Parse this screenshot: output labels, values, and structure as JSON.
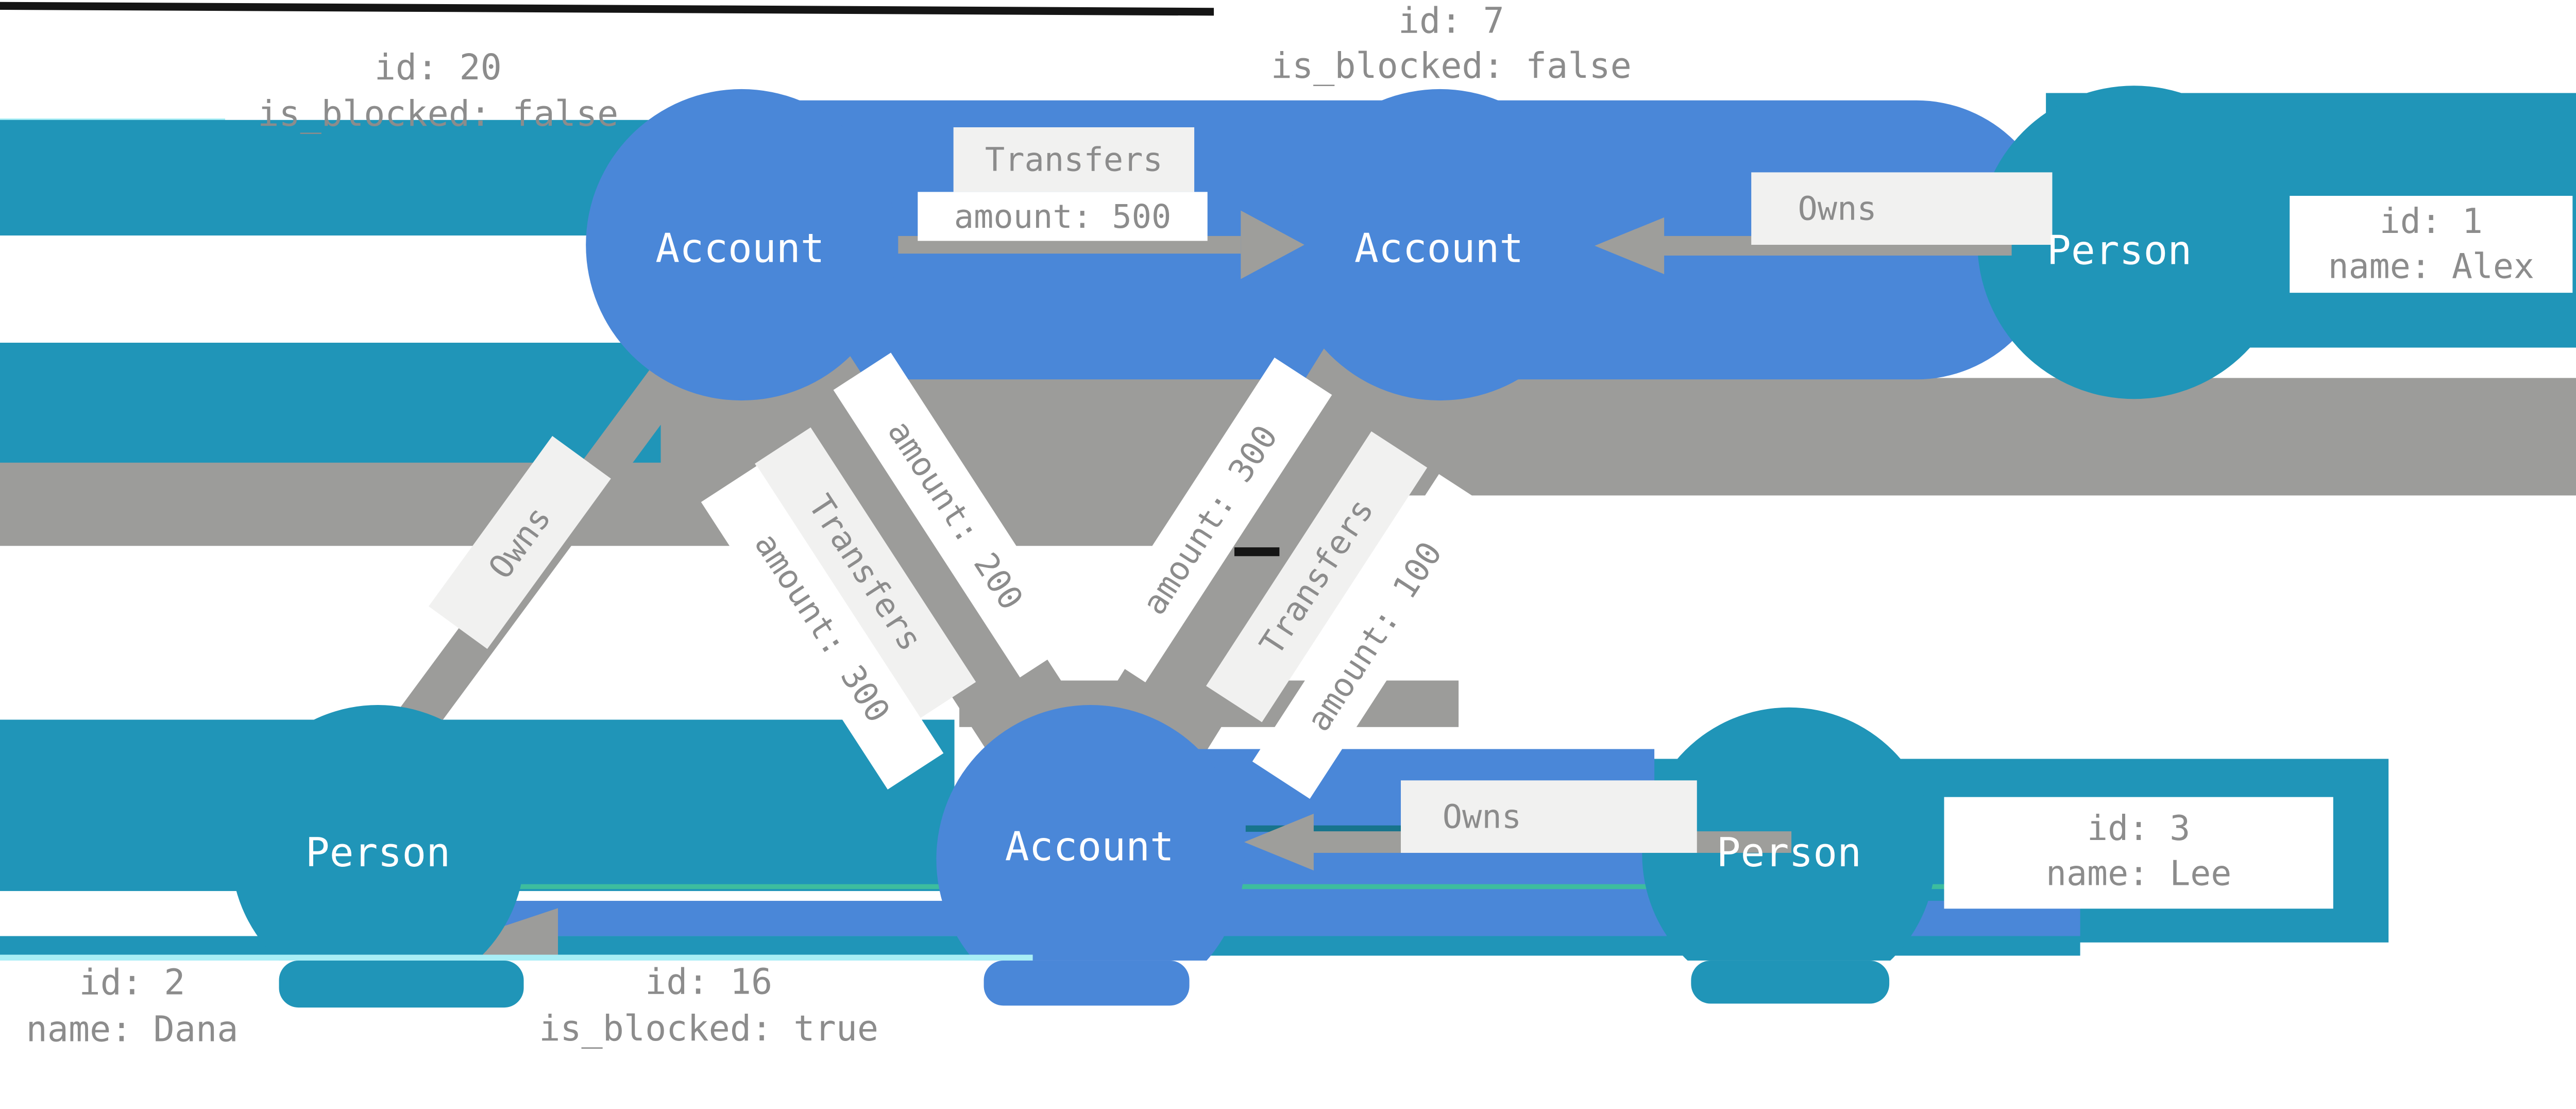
{
  "graph": {
    "nodes": [
      {
        "key": "account-20",
        "label": "Account",
        "props": [
          "id: 20",
          "is_blocked: false"
        ]
      },
      {
        "key": "account-7",
        "label": "Account",
        "props": [
          "id: 7",
          "is_blocked: false"
        ]
      },
      {
        "key": "person-1",
        "label": "Person",
        "props": [
          "id: 1",
          "name: Alex"
        ]
      },
      {
        "key": "person-2",
        "label": "Person",
        "props": [
          "id: 2",
          "name: Dana"
        ]
      },
      {
        "key": "account-16",
        "label": "Account",
        "props": [
          "id: 16",
          "is_blocked: true"
        ]
      },
      {
        "key": "person-3",
        "label": "Person",
        "props": [
          "id: 3",
          "name: Lee"
        ]
      }
    ],
    "edges": [
      {
        "key": "transfers-top",
        "label": "Transfers",
        "prop": "amount: 500"
      },
      {
        "key": "owns-alex",
        "label": "Owns"
      },
      {
        "key": "owns-dana",
        "label": "Owns"
      },
      {
        "key": "transfers-left",
        "label": "Transfers",
        "prop": "amount: 300"
      },
      {
        "key": "transfers-200",
        "prop": "amount: 200"
      },
      {
        "key": "transfers-300-right",
        "prop": "amount: 300"
      },
      {
        "key": "transfers-right",
        "label": "Transfers",
        "prop": "amount: 100"
      },
      {
        "key": "owns-lee",
        "label": "Owns"
      }
    ]
  },
  "colors": {
    "account_blue": "#4a87d8",
    "person_teal": "#2095b8",
    "edge_gray": "#9c9c9a",
    "arrow_gray": "#9e9e9b",
    "text_gray": "#8c8c8c",
    "label_box_bg": "#f1f1f0",
    "cyan_accent": "#a8eef6",
    "dark_teal_accent": "#17748c",
    "spring_accent": "#3dbd9e"
  }
}
